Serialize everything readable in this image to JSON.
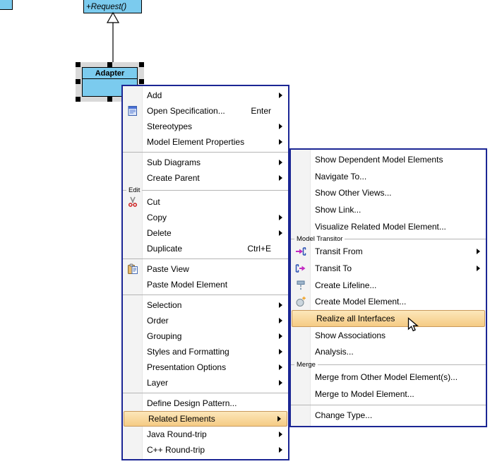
{
  "diagram": {
    "request_class": {
      "operation_label": "+Request()"
    },
    "adapter_class": {
      "title": "Adapter"
    }
  },
  "main_menu": {
    "items": [
      {
        "label": "Add",
        "submenu": true
      },
      {
        "label": "Open Specification...",
        "icon": "open-specification-icon",
        "shortcut": "Enter"
      },
      {
        "label": "Stereotypes",
        "submenu": true
      },
      {
        "label": "Model Element Properties",
        "submenu": true
      },
      {
        "separator": true
      },
      {
        "label": "Sub Diagrams",
        "submenu": true
      },
      {
        "label": "Create Parent",
        "submenu": true
      },
      {
        "separator": true,
        "label": "Edit"
      },
      {
        "label": "Cut",
        "icon": "scissors-icon"
      },
      {
        "label": "Copy",
        "submenu": true
      },
      {
        "label": "Delete",
        "submenu": true
      },
      {
        "label": "Duplicate",
        "shortcut": "Ctrl+E"
      },
      {
        "separator": true
      },
      {
        "label": "Paste View",
        "icon": "clipboard-icon"
      },
      {
        "label": "Paste Model Element"
      },
      {
        "separator": true
      },
      {
        "label": "Selection",
        "submenu": true
      },
      {
        "label": "Order",
        "submenu": true
      },
      {
        "label": "Grouping",
        "submenu": true
      },
      {
        "label": "Styles and Formatting",
        "submenu": true
      },
      {
        "label": "Presentation Options",
        "submenu": true
      },
      {
        "label": "Layer",
        "submenu": true
      },
      {
        "separator": true
      },
      {
        "label": "Define Design Pattern..."
      },
      {
        "label": "Related Elements",
        "submenu": true,
        "highlighted": true
      },
      {
        "label": "Java Round-trip",
        "submenu": true
      },
      {
        "label": "C++ Round-trip",
        "submenu": true
      }
    ]
  },
  "submenu": {
    "items": [
      {
        "label": "Show Dependent Model Elements"
      },
      {
        "label": "Navigate To..."
      },
      {
        "label": "Show Other Views..."
      },
      {
        "label": "Show Link..."
      },
      {
        "label": "Visualize Related Model Element..."
      },
      {
        "separator": true,
        "label": "Model Transitor"
      },
      {
        "label": "Transit From",
        "icon": "transit-from-icon",
        "submenu": true
      },
      {
        "label": "Transit To",
        "icon": "transit-to-icon",
        "submenu": true
      },
      {
        "label": "Create Lifeline...",
        "icon": "lifeline-icon"
      },
      {
        "label": "Create Model Element...",
        "icon": "create-model-element-icon"
      },
      {
        "label": "Realize all Interfaces",
        "highlighted": true
      },
      {
        "label": "Show Associations"
      },
      {
        "label": "Analysis..."
      },
      {
        "separator": true,
        "label": "Merge"
      },
      {
        "label": "Merge from Other Model Element(s)..."
      },
      {
        "label": "Merge to Model Element..."
      },
      {
        "separator": true
      },
      {
        "label": "Change Type..."
      }
    ]
  },
  "colors": {
    "class_fill": "#7BCBEE",
    "menu_border": "#1B2694",
    "menu_bg": "#FFFFFF",
    "gutter_bg": "#F3F3F3",
    "highlight_top": "#FCE7BA",
    "highlight_bottom": "#F5CB84",
    "highlight_border": "#C9995C",
    "separator": "#B5B5B5",
    "selection_frame": "#D9D9D9"
  }
}
